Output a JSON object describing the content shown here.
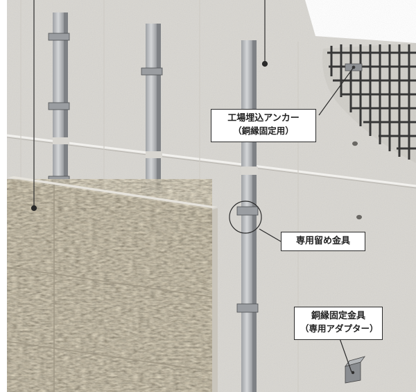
{
  "labels": {
    "anchor": {
      "title": "工場埋込アンカー",
      "sub": "（銅縁固定用）"
    },
    "clip": {
      "title": "専用留め金具"
    },
    "bracket": {
      "title": "銅縁固定金具",
      "sub": "（専用アダプター）"
    }
  },
  "colors": {
    "panel": "#d9d7d2",
    "panel_shadow": "#c6c3bd",
    "stone": "#8d8472",
    "rail": "#b6b8bb",
    "rebar": "#3b3b3b",
    "line": "#2a2a2a"
  }
}
